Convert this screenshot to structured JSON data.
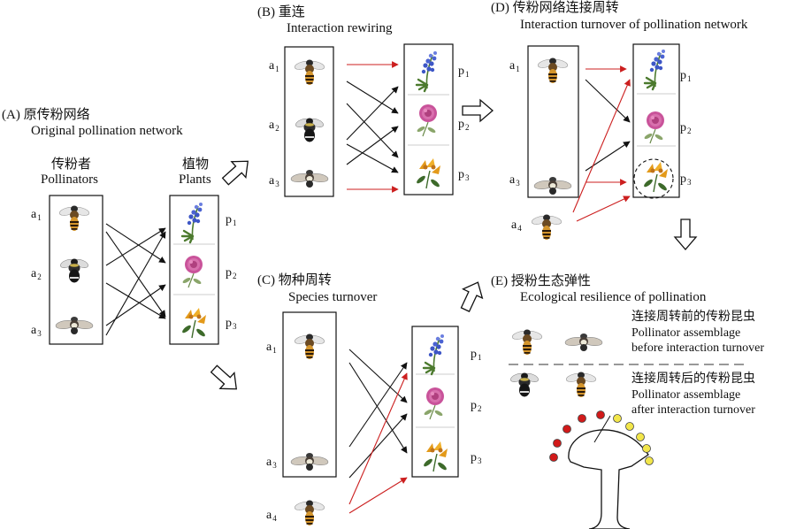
{
  "colors": {
    "ink": "#111111",
    "highlight": "#cc1f1f",
    "resilience_red": "#d11a1a",
    "resilience_yellow": "#f2e64a"
  },
  "panels": {
    "a": {
      "letter": "(A)",
      "title_cn": "原传粉网络",
      "title_en": "Original pollination network",
      "pollinators_cn": "传粉者",
      "pollinators_en": "Pollinators",
      "plants_cn": "植物",
      "plants_en": "Plants"
    },
    "b": {
      "letter": "(B)",
      "title_cn": "重连",
      "title_en": "Interaction rewiring"
    },
    "c": {
      "letter": "(C)",
      "title_cn": "物种周转",
      "title_en": "Species turnover"
    },
    "d": {
      "letter": "(D)",
      "title_cn": "传粉网络连接周转",
      "title_en": "Interaction turnover of pollination network"
    },
    "e": {
      "letter": "(E)",
      "title_cn": "授粉生态弹性",
      "title_en": "Ecological resilience of pollination",
      "before_cn": "连接周转前的传粉昆虫",
      "before_en_1": "Pollinator assemblage",
      "before_en_2": "before interaction turnover",
      "after_cn": "连接周转后的传粉昆虫",
      "after_en_1": "Pollinator assemblage",
      "after_en_2": "after interaction turnover"
    }
  },
  "labels": {
    "a": "a",
    "p": "p",
    "one": "1",
    "two": "2",
    "three": "3",
    "four": "4"
  },
  "icons": [
    "bee-icon",
    "bumblebee-icon",
    "fly-icon",
    "lupine-flower-icon",
    "rose-flower-icon",
    "lily-flower-icon",
    "mushroom-resilience-icon"
  ]
}
